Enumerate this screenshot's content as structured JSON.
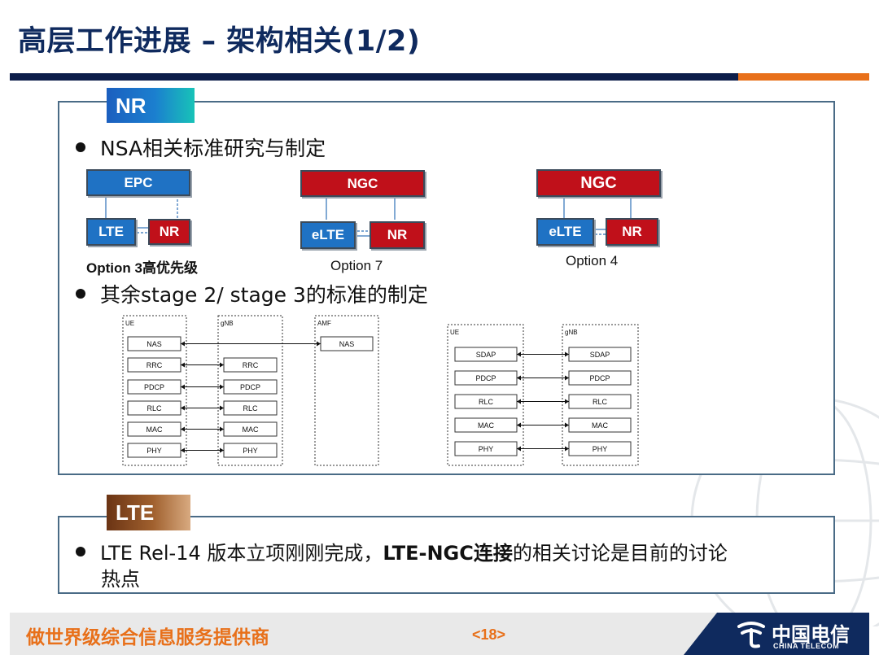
{
  "title": "高层工作进展 – 架构相关(1/2)",
  "nr_section": {
    "tag": "NR",
    "bullet1": "NSA相关标准研究与制定",
    "bullet2": "其余stage 2/ stage 3的标准的制定",
    "option3": {
      "core": "EPC",
      "left": "LTE",
      "right": "NR",
      "caption": "Option 3高优先级"
    },
    "option7": {
      "core": "NGC",
      "left": "eLTE",
      "right": "NR",
      "caption": "Option 7"
    },
    "option4": {
      "core": "NGC",
      "left": "eLTE",
      "right": "NR",
      "caption": "Option 4"
    },
    "stack_left": {
      "ue_label": "UE",
      "gnb_label": "gNB",
      "amf_label": "AMF",
      "ue_layers": [
        "NAS",
        "RRC",
        "PDCP",
        "RLC",
        "MAC",
        "PHY"
      ],
      "gnb_layers": [
        "RRC",
        "PDCP",
        "RLC",
        "MAC",
        "PHY"
      ],
      "amf_layers": [
        "NAS"
      ]
    },
    "stack_right": {
      "ue_label": "UE",
      "gnb_label": "gNB",
      "ue_layers": [
        "SDAP",
        "PDCP",
        "RLC",
        "MAC",
        "PHY"
      ],
      "gnb_layers": [
        "SDAP",
        "PDCP",
        "RLC",
        "MAC",
        "PHY"
      ]
    }
  },
  "lte_section": {
    "tag": "LTE",
    "bullet_part1": "LTE Rel-14 版本立项刚刚完成，",
    "bullet_bold": "LTE-NGC连接",
    "bullet_part2": "的相关讨论是目前的讨论",
    "bullet_line2": "热点"
  },
  "footer": {
    "slogan": "做世界级综合信息服务提供商",
    "page": "<18>",
    "logo_cn": "中国电信",
    "logo_en": "CHINA TELECOM"
  },
  "colors": {
    "navy": "#0f2a5e",
    "orange": "#e8701a",
    "box_blue": "#1f72c4",
    "box_red": "#c0101a"
  }
}
